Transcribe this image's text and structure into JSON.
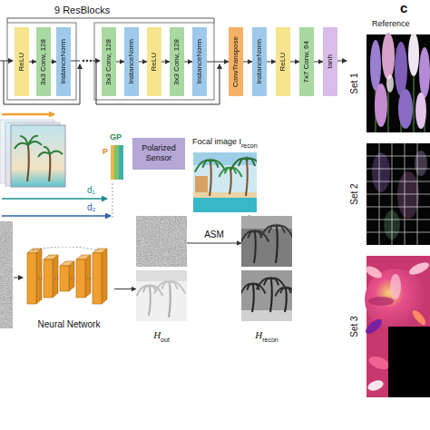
{
  "diagram": {
    "nodes": [
      {
        "text": [
          "ReLU"
        ]
      },
      {
        "text": [
          "3x3 Conv, 128"
        ]
      },
      {
        "text": [
          "InstanceNorm"
        ]
      },
      {
        "text": [
          "3x3 Conv, 128"
        ]
      },
      {
        "text": [
          "InstanceNorm"
        ]
      },
      {
        "text": [
          "ReLU"
        ]
      },
      {
        "text": [
          "3x3 Conv, 128"
        ]
      },
      {
        "text": [
          "InstanceNorm"
        ]
      },
      {
        "text": [
          "ConvTranspose"
        ]
      },
      {
        "text": [
          "InstanceNorm"
        ]
      },
      {
        "text": [
          "ReLU"
        ]
      },
      {
        "text": [
          "7x7 Conv, 64"
        ]
      },
      {
        "text": [
          "tanh"
        ]
      },
      {
        "text": [
          "Polarized Sensor"
        ]
      },
      {
        "text": [
          "Focal image I",
          "recon"
        ]
      },
      {
        "text": [
          "Neural Network"
        ]
      },
      {
        "text": [
          "H",
          "out"
        ]
      },
      {
        "text": [
          "H",
          "recon"
        ]
      }
    ],
    "edges": [
      {
        "from": 0,
        "to": 1,
        "arrow": "to"
      },
      {
        "from": 1,
        "to": 2,
        "arrow": "to"
      },
      {
        "from": 3,
        "to": 4,
        "arrow": "to"
      },
      {
        "from": 4,
        "to": 5,
        "arrow": "to"
      },
      {
        "from": 5,
        "to": 6,
        "arrow": "to"
      },
      {
        "from": 6,
        "to": 7,
        "arrow": "to"
      },
      {
        "from": 7,
        "to": 8,
        "arrow": "to"
      },
      {
        "from": 8,
        "to": 9,
        "arrow": "to"
      },
      {
        "from": 9,
        "to": 10,
        "arrow": "to"
      },
      {
        "from": 10,
        "to": 11,
        "arrow": "to"
      },
      {
        "from": 11,
        "to": 12,
        "arrow": "to"
      },
      {
        "from": 15,
        "to": 16,
        "arrow": "to"
      },
      {
        "from": 16,
        "to": 17,
        "label": "ASM",
        "arrow": "to"
      },
      {
        "from": 17,
        "to": 14,
        "arrow": "to"
      }
    ],
    "labels": [
      "9 ResBlocks",
      "c",
      "Reference",
      "Set 1",
      "Set 2",
      "Set 3",
      "GP",
      "P",
      "d₁",
      "d₂"
    ]
  }
}
